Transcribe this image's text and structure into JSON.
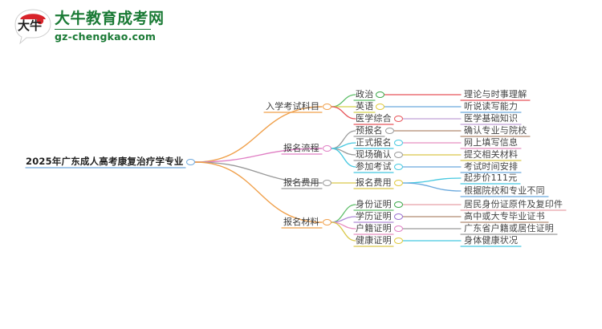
{
  "logo": {
    "mark_name": "daniu-speech-bubble-logo",
    "title": "大牛教育成考网",
    "subtitle": "gz-chengkao.com",
    "brand_color": "#1a7a35",
    "accent_color": "#d8232a"
  },
  "mindmap": {
    "root": {
      "label": "2025年广东成人高考康复治疗学专业",
      "dot_color": "#6fa8dc"
    },
    "branches": [
      {
        "label": "入学考试科目",
        "link_color": "#f0a04b",
        "dot_color": "#f0a04b",
        "children": [
          {
            "label": "政治",
            "link_color": "#5fbf6a",
            "dot_color": "#3ba84a",
            "leaves": [
              {
                "label": "理论与时事理解",
                "link_color": "#e8555a"
              }
            ]
          },
          {
            "label": "英语",
            "link_color": "#d4d14a",
            "dot_color": "#e0c93c",
            "leaves": [
              {
                "label": "听说读写能力",
                "link_color": "#6aa9dd"
              }
            ]
          },
          {
            "label": "医学综合",
            "link_color": "#e8555a",
            "dot_color": "#e8555a",
            "leaves": [
              {
                "label": "医学基础知识",
                "link_color": "#c0a0d8"
              }
            ]
          }
        ]
      },
      {
        "label": "报名流程",
        "link_color": "#e07fc4",
        "dot_color": "#e07fc4",
        "children": [
          {
            "label": "预报名",
            "link_color": "#9a9a9a",
            "dot_color": "#9a9a9a",
            "leaves": [
              {
                "label": "确认专业与院校",
                "link_color": "#b08a72"
              }
            ]
          },
          {
            "label": "正式报名",
            "link_color": "#45c8e0",
            "dot_color": "#45c8e0",
            "leaves": [
              {
                "label": "网上填写信息",
                "link_color": "#e88fc0"
              }
            ]
          },
          {
            "label": "现场确认",
            "link_color": "#9a9a9a",
            "dot_color": "#9a9a9a",
            "leaves": [
              {
                "label": "提交相关材料",
                "link_color": "#d9c84a"
              }
            ]
          },
          {
            "label": "参加考试",
            "link_color": "#45c8e0",
            "dot_color": "#45c8e0",
            "leaves": [
              {
                "label": "考试时间安排",
                "link_color": "#6aa9dd"
              }
            ]
          }
        ]
      },
      {
        "label": "报名费用",
        "link_color": "#9a9a9a",
        "dot_color": "#9a9a9a",
        "children": [
          {
            "label": "报名费用",
            "link_color": "#d9c84a",
            "dot_color": "#e0c93c",
            "leaves": [
              {
                "label": "起步价111元",
                "link_color": "#45c8e0"
              },
              {
                "label": "根据院校和专业不同",
                "link_color": "#6aa9dd"
              }
            ]
          }
        ]
      },
      {
        "label": "报名材料",
        "link_color": "#f0a04b",
        "dot_color": "#f0a04b",
        "children": [
          {
            "label": "身份证明",
            "link_color": "#5fbf6a",
            "dot_color": "#3ba84a",
            "leaves": [
              {
                "label": "居民身份证原件及复印件",
                "link_color": "#e8a0a8"
              }
            ]
          },
          {
            "label": "学历证明",
            "link_color": "#b08ad8",
            "dot_color": "#9a6fd0",
            "leaves": [
              {
                "label": "高中或大专毕业证书",
                "link_color": "#b08a72"
              }
            ]
          },
          {
            "label": "户籍证明",
            "link_color": "#e88fc0",
            "dot_color": "#e07fc4",
            "leaves": [
              {
                "label": "广东省户籍或居住证明",
                "link_color": "#9a9a9a"
              }
            ]
          },
          {
            "label": "健康证明",
            "link_color": "#d9c84a",
            "dot_color": "#e0c93c",
            "leaves": [
              {
                "label": "身体健康状况",
                "link_color": "#45c8e0"
              }
            ]
          }
        ]
      }
    ]
  }
}
